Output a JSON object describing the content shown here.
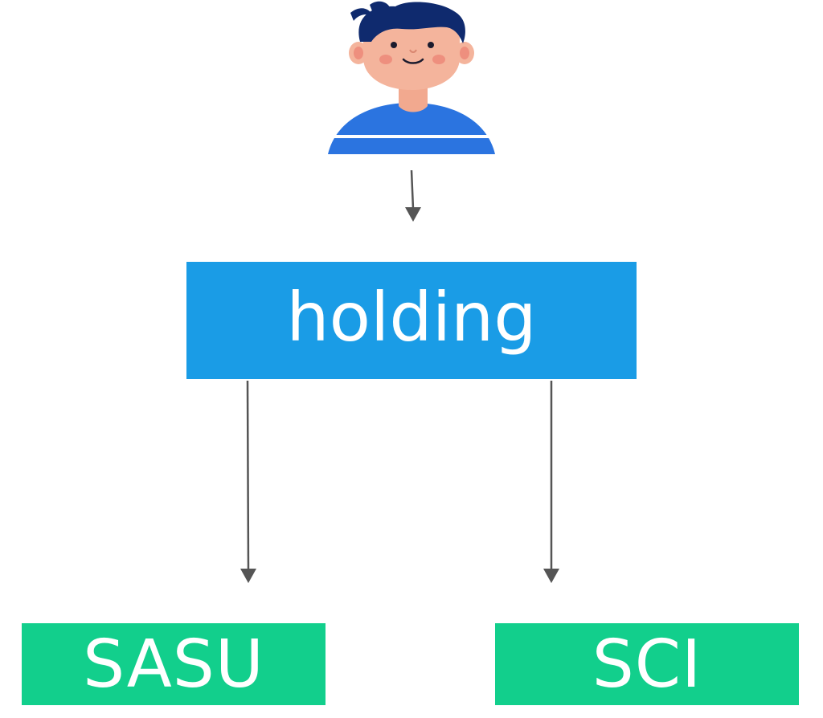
{
  "diagram": {
    "root": {
      "label": "holding",
      "color": "#1a9ce6"
    },
    "children": [
      {
        "label": "SASU",
        "color": "#12cf8c"
      },
      {
        "label": "SCI",
        "color": "#12cf8c"
      }
    ],
    "person": {
      "icon": "person-avatar-icon",
      "hair_color": "#0f2a6e",
      "skin_color": "#f4b49c",
      "shirt_color": "#2b74e0"
    },
    "connector_color": "#555555"
  }
}
